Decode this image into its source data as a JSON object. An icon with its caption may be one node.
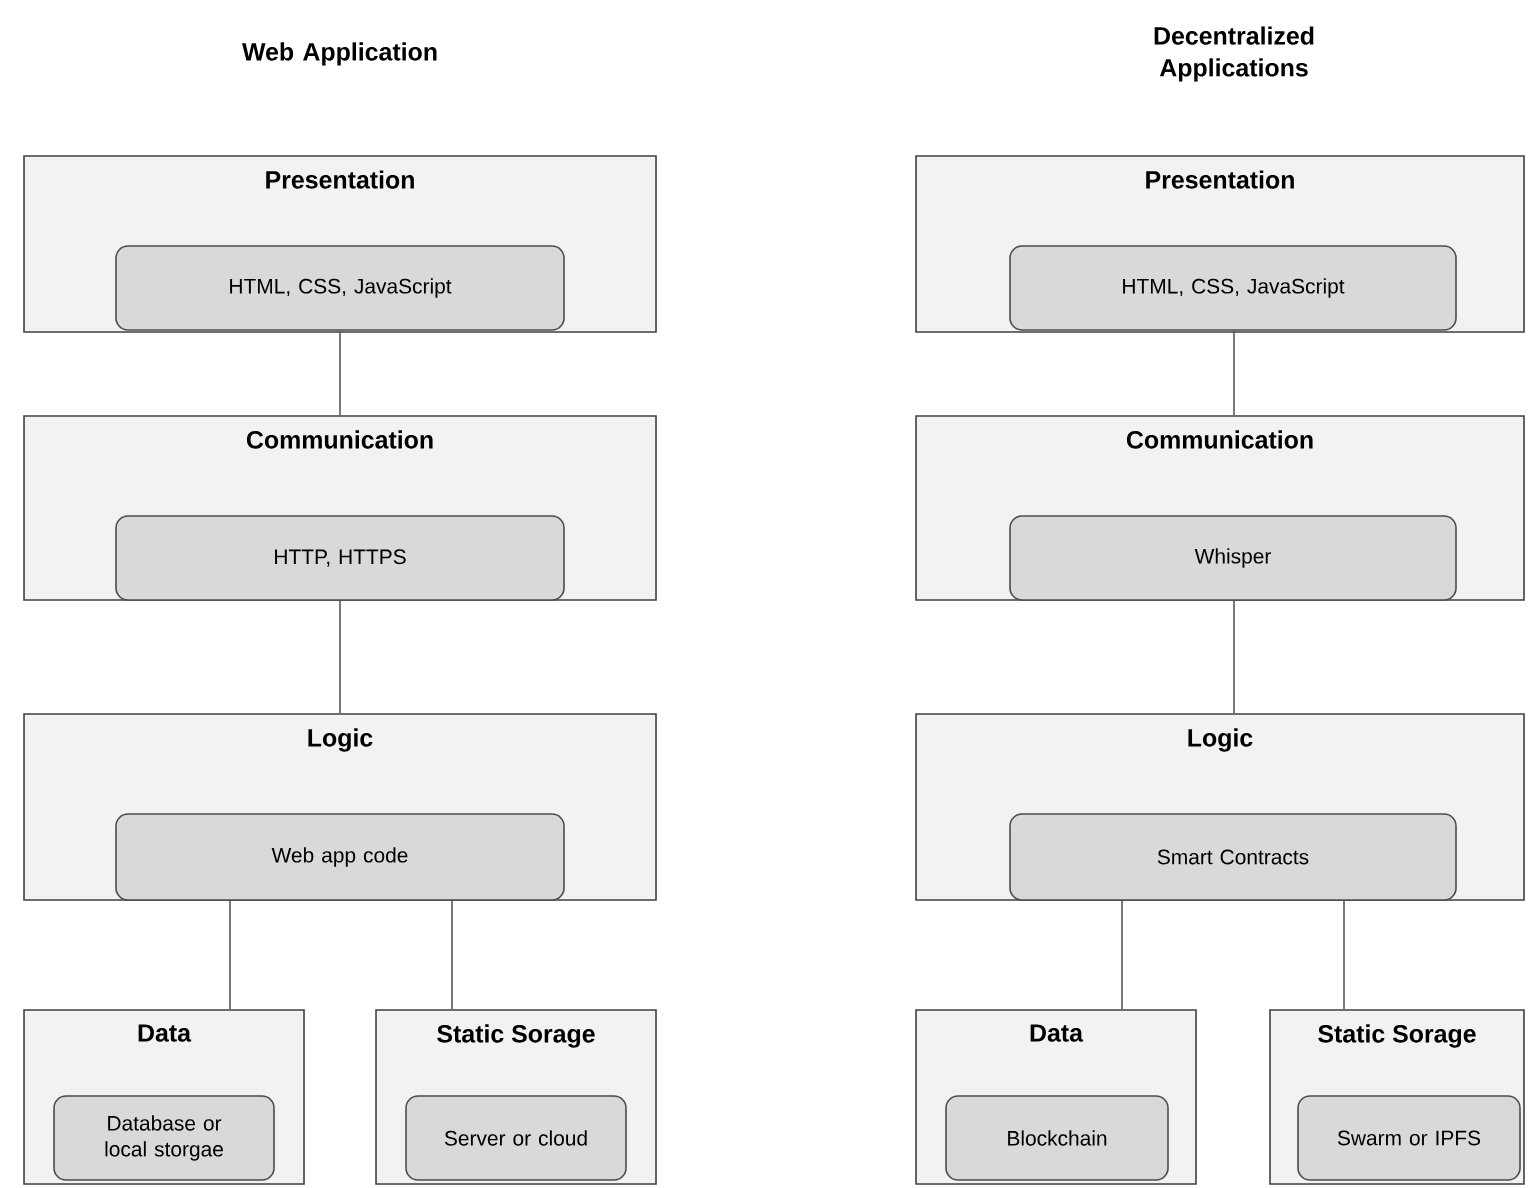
{
  "diagram": {
    "nodes": [
      {
        "text": [
          "Presentation"
        ]
      },
      {
        "text": [
          "HTML, CSS, JavaScript"
        ],
        "in": 0
      },
      {
        "text": [
          "Communication"
        ]
      },
      {
        "text": [
          "HTTP, HTTPS"
        ],
        "in": 2
      },
      {
        "text": [
          "Logic"
        ]
      },
      {
        "text": [
          "Web app code"
        ],
        "in": 4
      },
      {
        "text": [
          "Data"
        ]
      },
      {
        "text": [
          "Database or local storgae"
        ],
        "in": 6
      },
      {
        "text": [
          "Static Sorage"
        ]
      },
      {
        "text": [
          "Server or cloud"
        ],
        "in": 8
      },
      {
        "text": [
          "Presentation"
        ]
      },
      {
        "text": [
          "HTML, CSS, JavaScript"
        ],
        "in": 10
      },
      {
        "text": [
          "Communication"
        ]
      },
      {
        "text": [
          "Whisper"
        ],
        "in": 12
      },
      {
        "text": [
          "Logic"
        ]
      },
      {
        "text": [
          "Smart Contracts"
        ],
        "in": 14
      },
      {
        "text": [
          "Data"
        ]
      },
      {
        "text": [
          "Blockchain"
        ],
        "in": 16
      },
      {
        "text": [
          "Static Sorage"
        ]
      },
      {
        "text": [
          "Swarm or IPFS"
        ],
        "in": 18
      }
    ],
    "edges": [
      {
        "from": 1,
        "to": 2,
        "arrow": "none"
      },
      {
        "from": 3,
        "to": 4,
        "arrow": "none"
      },
      {
        "from": 5,
        "to": 6,
        "arrow": "none"
      },
      {
        "from": 5,
        "to": 8,
        "arrow": "none"
      },
      {
        "from": 11,
        "to": 12,
        "arrow": "none"
      },
      {
        "from": 13,
        "to": 14,
        "arrow": "none"
      },
      {
        "from": 15,
        "to": 16,
        "arrow": "none"
      },
      {
        "from": 15,
        "to": 18,
        "arrow": "none"
      }
    ],
    "labels": [
      "Web Application",
      "Decentralized Applications"
    ]
  }
}
